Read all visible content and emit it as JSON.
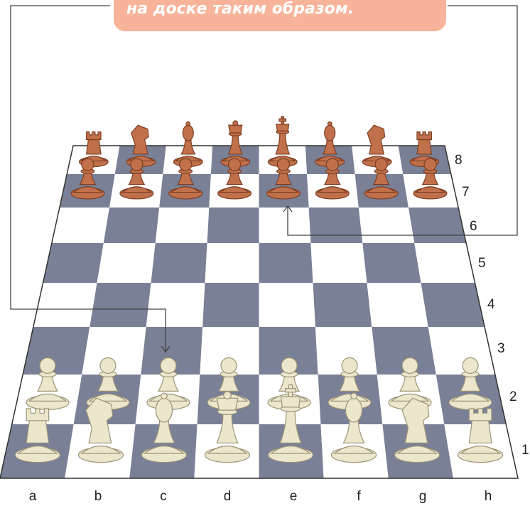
{
  "banner": {
    "text": "на доске таким образом."
  },
  "files": [
    "a",
    "b",
    "c",
    "d",
    "e",
    "f",
    "g",
    "h"
  ],
  "ranks": [
    "1",
    "2",
    "3",
    "4",
    "5",
    "6",
    "7",
    "8"
  ],
  "colors": {
    "dark_square": "#7a8096",
    "light_square": "#ffffff",
    "banner": "#f7b49b",
    "white_piece": "#ece6cc",
    "black_piece": "#c0704a"
  },
  "pieces": {
    "white_back": [
      "rook-icon",
      "knight-icon",
      "bishop-icon",
      "queen-icon",
      "king-icon",
      "bishop-icon",
      "knight-icon",
      "rook-icon"
    ],
    "white_pawn": "pawn-icon",
    "black_back": [
      "rook-icon",
      "knight-icon",
      "bishop-icon",
      "queen-icon",
      "king-icon",
      "bishop-icon",
      "knight-icon",
      "rook-icon"
    ],
    "black_pawn": "pawn-icon"
  }
}
